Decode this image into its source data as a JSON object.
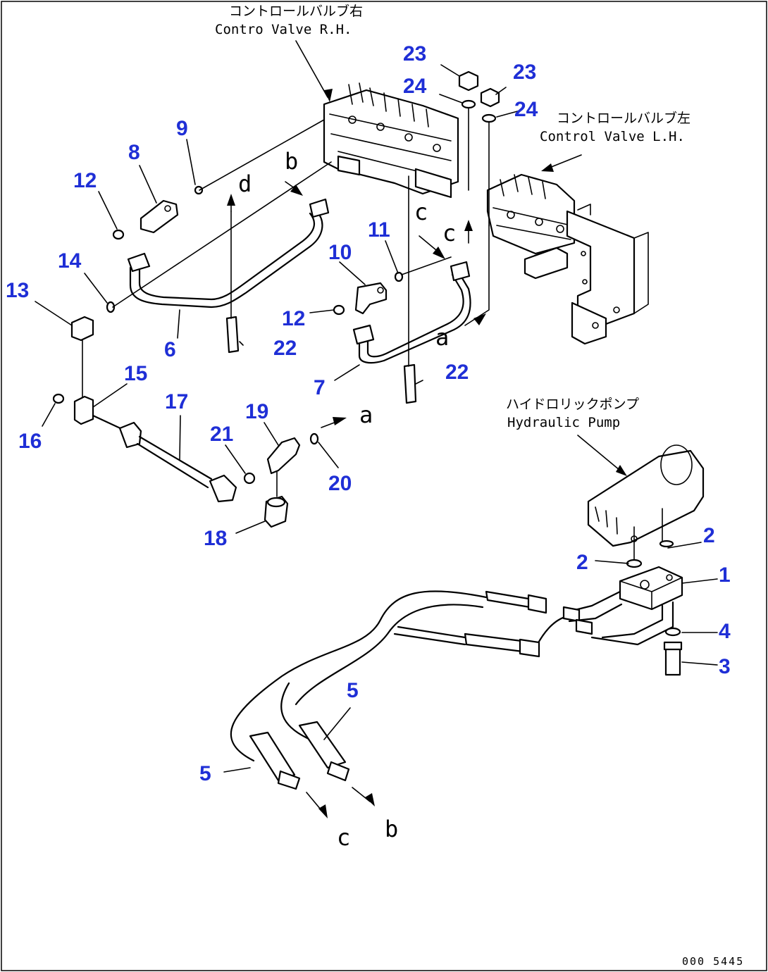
{
  "labels": {
    "control_valve_rh_jp": "コントロールバルブ右",
    "control_valve_rh_en": "Contro  Valve R.H.",
    "control_valve_lh_jp": "コントロールバルブ左",
    "control_valve_lh_en": "Control Valve L.H.",
    "hydraulic_pump_jp": "ハイドロリックポンプ",
    "hydraulic_pump_en": "Hydraulic Pump"
  },
  "connection_letters": {
    "a_top": "a",
    "a_mid": "a",
    "b_top": "b",
    "b_bottom": "b",
    "c_top1": "c",
    "c_top2": "c",
    "c_bottom": "c",
    "d_top": "d"
  },
  "callouts": {
    "n1": "1",
    "n2a": "2",
    "n2b": "2",
    "n3": "3",
    "n4": "4",
    "n5a": "5",
    "n5b": "5",
    "n6": "6",
    "n7": "7",
    "n8": "8",
    "n9": "9",
    "n10": "10",
    "n11": "11",
    "n12a": "12",
    "n12b": "12",
    "n13": "13",
    "n14": "14",
    "n15": "15",
    "n16": "16",
    "n17": "17",
    "n18": "18",
    "n19": "19",
    "n20": "20",
    "n21": "21",
    "n22a": "22",
    "n22b": "22",
    "n23a": "23",
    "n23b": "23",
    "n24a": "24",
    "n24b": "24"
  },
  "document_number": "000 5445",
  "colors": {
    "callout": "#1f2fd6",
    "line": "#000000"
  }
}
